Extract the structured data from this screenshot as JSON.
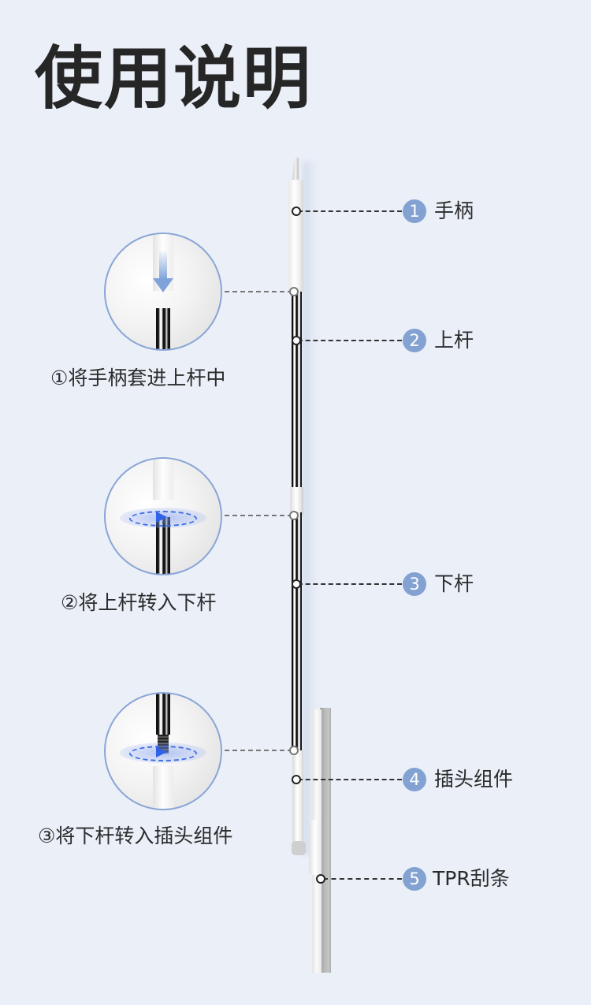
{
  "title": "使用说明",
  "parts": [
    {
      "number": "1",
      "label": "手柄"
    },
    {
      "number": "2",
      "label": "上杆"
    },
    {
      "number": "3",
      "label": "下杆"
    },
    {
      "number": "4",
      "label": "插头组件"
    },
    {
      "number": "5",
      "label": "TPR刮条"
    }
  ],
  "steps": [
    {
      "label": "①将手柄套进上杆中",
      "icon": "arrow-down-icon"
    },
    {
      "label": "②将上杆转入下杆",
      "icon": "rotate-icon"
    },
    {
      "label": "③将下杆转入插头组件",
      "icon": "rotate-icon"
    }
  ],
  "colors": {
    "background": "#eaeff8",
    "badge": "#83a2d2",
    "circle_border": "#89a5d6",
    "rotate_arrow": "#2f62e6",
    "text": "#2b2b2b"
  }
}
